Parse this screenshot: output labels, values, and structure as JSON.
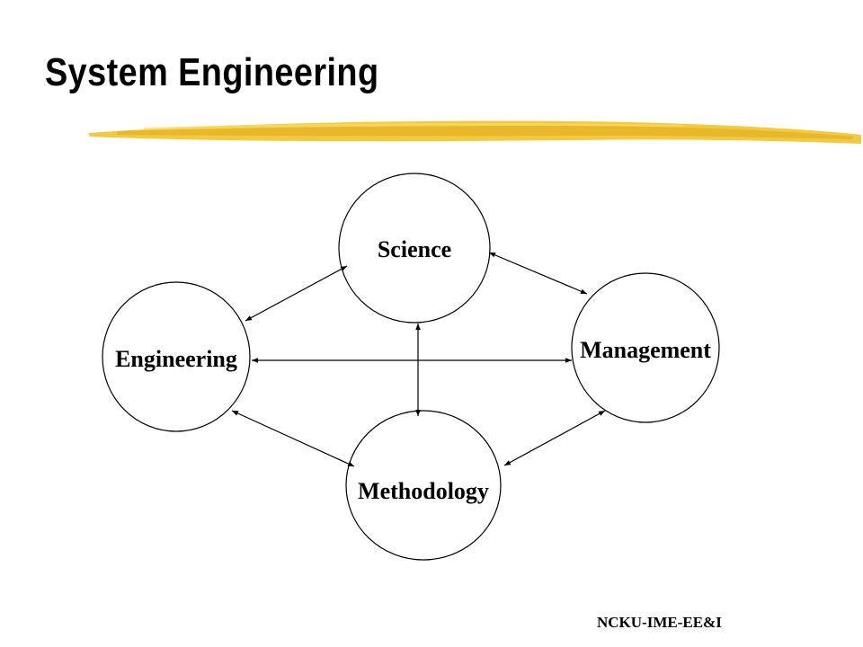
{
  "title": "System Engineering",
  "accent_color": "#f2c42c",
  "nodes": {
    "science": "Science",
    "engineering": "Engineering",
    "management": "Management",
    "methodology": "Methodology"
  },
  "footer": "NCKU-IME-EE&I"
}
